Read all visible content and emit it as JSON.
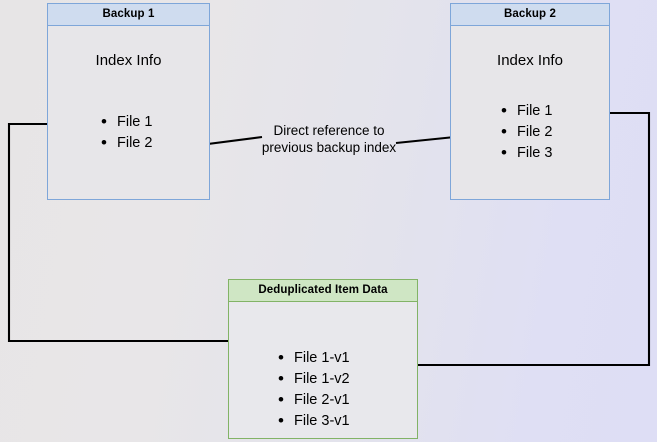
{
  "diagram": {
    "type": "backup-deduplication-diagram",
    "colors": {
      "blue_border": "#7ea6d9",
      "blue_header": "#cfdcef",
      "green_border": "#82b366",
      "green_header": "#cfe6c4",
      "node_fill": "#e6e6e8",
      "arrow": "#000000",
      "background_left": "#e8e6e6",
      "background_right": "#dedef5"
    },
    "nodes": [
      {
        "id": "backup1",
        "header": "Backup 1",
        "title": "Index Info",
        "items": [
          "File 1",
          "File 2"
        ]
      },
      {
        "id": "backup2",
        "header": "Backup 2",
        "title": "Index Info",
        "items": [
          "File 1",
          "File 2",
          "File 3"
        ]
      },
      {
        "id": "dedup",
        "header": "Deduplicated Item Data",
        "title": "",
        "items": [
          "File 1-v1",
          "File 1-v2",
          "File 2-v1",
          "File 3-v1"
        ]
      }
    ],
    "edges": [
      {
        "id": "backup2-to-backup1",
        "label": "Direct reference to\nprevious backup index",
        "label_line1": "Direct reference to",
        "label_line2": "previous backup index",
        "from": "backup2.File 2",
        "to": "backup1.File 2",
        "arrowhead": "left"
      },
      {
        "id": "backup1-to-dedup",
        "label": "",
        "from": "backup1.File 1",
        "to": "dedup.File 1-v1",
        "arrowhead": "right"
      },
      {
        "id": "backup2-to-dedup",
        "label": "",
        "from": "backup2.File 1",
        "to": "dedup.File 1-v2",
        "arrowhead": "left"
      }
    ]
  }
}
